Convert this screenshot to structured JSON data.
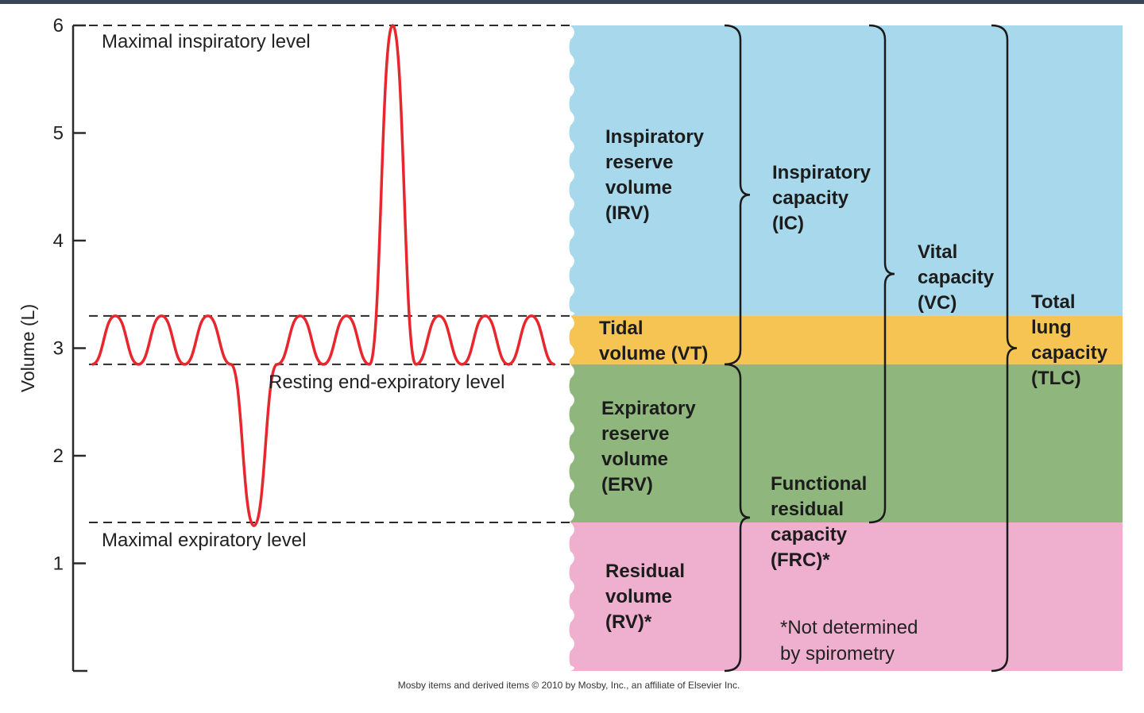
{
  "chart_data": {
    "type": "line",
    "ylabel": "Volume (L)",
    "ylim": [
      0,
      6
    ],
    "yticks": [
      1,
      2,
      3,
      4,
      5,
      6
    ],
    "grid": false,
    "series": [
      {
        "values": [
          2.85,
          3.3,
          2.85,
          3.3,
          2.85,
          3.3,
          2.85,
          1.35,
          2.85,
          3.3,
          2.85,
          3.3,
          2.85,
          6.0,
          2.85,
          3.3,
          2.85,
          3.3,
          2.85,
          3.3,
          2.85
        ],
        "color": "#e8262d"
      }
    ],
    "reference_lines": [
      {
        "value": 6.0,
        "label": "Maximal inspiratory level"
      },
      {
        "value": 3.3,
        "label": ""
      },
      {
        "value": 2.85,
        "label": "Resting end-expiratory level"
      },
      {
        "value": 1.38,
        "label": "Maximal expiratory level"
      }
    ],
    "volume_bands": [
      {
        "lines": [
          "Inspiratory",
          "reserve",
          "volume",
          "(IRV)"
        ],
        "from": 3.3,
        "to": 6.0,
        "color": "#a7d8ec"
      },
      {
        "lines": [
          "Tidal",
          "volume (VT)"
        ],
        "from": 2.85,
        "to": 3.3,
        "color": "#f6c453"
      },
      {
        "lines": [
          "Expiratory",
          "reserve",
          "volume",
          "(ERV)"
        ],
        "from": 1.38,
        "to": 2.85,
        "color": "#8fb67c"
      },
      {
        "lines": [
          "Residual",
          "volume",
          "(RV)*"
        ],
        "from": 0,
        "to": 1.38,
        "color": "#efb0cf"
      }
    ],
    "capacities": [
      {
        "lines": [
          "Inspiratory",
          "capacity",
          "(IC)"
        ],
        "from": 2.85,
        "to": 6.0
      },
      {
        "lines": [
          "Functional",
          "residual",
          "capacity",
          "(FRC)*"
        ],
        "from": 0,
        "to": 2.85
      },
      {
        "lines": [
          "Vital",
          "capacity",
          "(VC)"
        ],
        "from": 1.38,
        "to": 6.0
      },
      {
        "lines": [
          "Total",
          "lung",
          "capacity",
          "(TLC)"
        ],
        "from": 0,
        "to": 6.0
      }
    ],
    "annotations": [
      {
        "lines": [
          "*Not determined",
          "by spirometry"
        ]
      }
    ],
    "credit": "Mosby items and derived items © 2010 by Mosby, Inc., an affiliate of Elsevier Inc."
  }
}
